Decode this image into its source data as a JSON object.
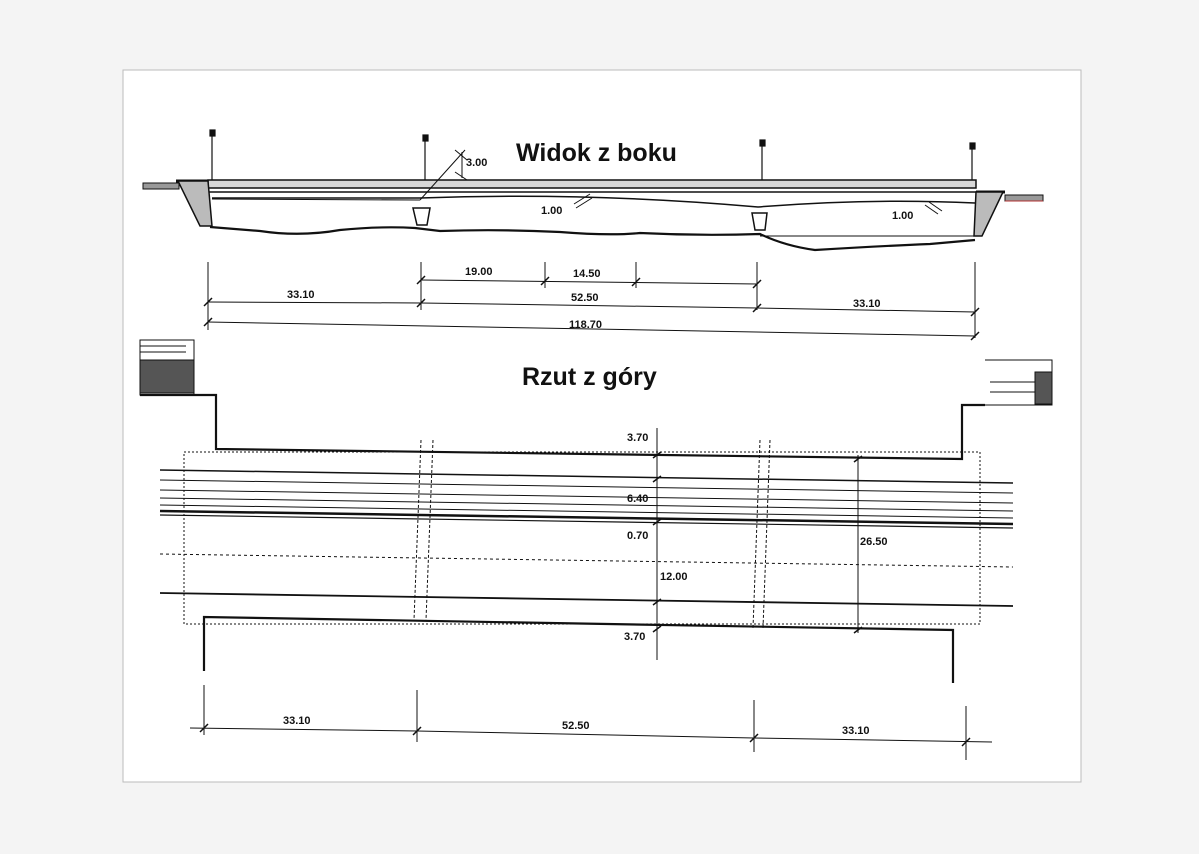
{
  "side_view": {
    "title": "Widok z boku",
    "clearance": "3.00",
    "fall_left": "1.00",
    "fall_right": "1.00",
    "dim_19": "19.00",
    "dim_14_5": "14.50",
    "span_left": "33.10",
    "span_mid": "52.50",
    "span_right": "33.10",
    "total": "118.70"
  },
  "top_view": {
    "title": "Rzut z góry",
    "w_top": "3.70",
    "w_road": "6.40",
    "w_sep": "0.70",
    "w_wide": "12.00",
    "w_total": "26.50",
    "w_bottom": "3.70",
    "span_left": "33.10",
    "span_mid": "52.50",
    "span_right": "33.10"
  },
  "colors": {
    "ink": "#111111",
    "paper": "#ffffff",
    "background": "#f4f4f4",
    "accent_red": "#b03030"
  }
}
